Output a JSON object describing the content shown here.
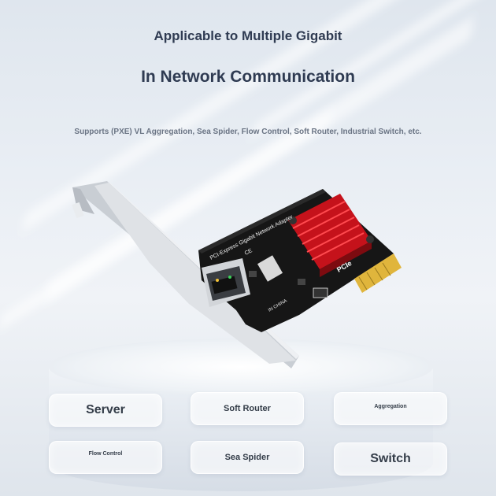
{
  "headline": {
    "line1": "Applicable to Multiple Gigabit",
    "line2": "In Network Communication"
  },
  "subheadline": "Supports (PXE) VL Aggregation, Sea Spider, Flow Control, Soft Router, Industrial Switch, etc.",
  "card_labels": {
    "silkscreen_title": "PCI-Express Gigabit Network Adapter",
    "pcie_logo": "PCIe",
    "made_in": "IN CHINA",
    "ce_mark": "CE"
  },
  "tiles": [
    {
      "label": "Server"
    },
    {
      "label": "Soft Router"
    },
    {
      "label": "Aggregation"
    },
    {
      "label": "Flow Control"
    },
    {
      "label": "Sea Spider"
    },
    {
      "label": "Switch"
    }
  ],
  "colors": {
    "heatsink": "#c5121b",
    "pcb": "#161616",
    "gold_contacts": "#e0b53c",
    "bracket": "#d7dbe0",
    "headline_text": "#2f3b52"
  }
}
